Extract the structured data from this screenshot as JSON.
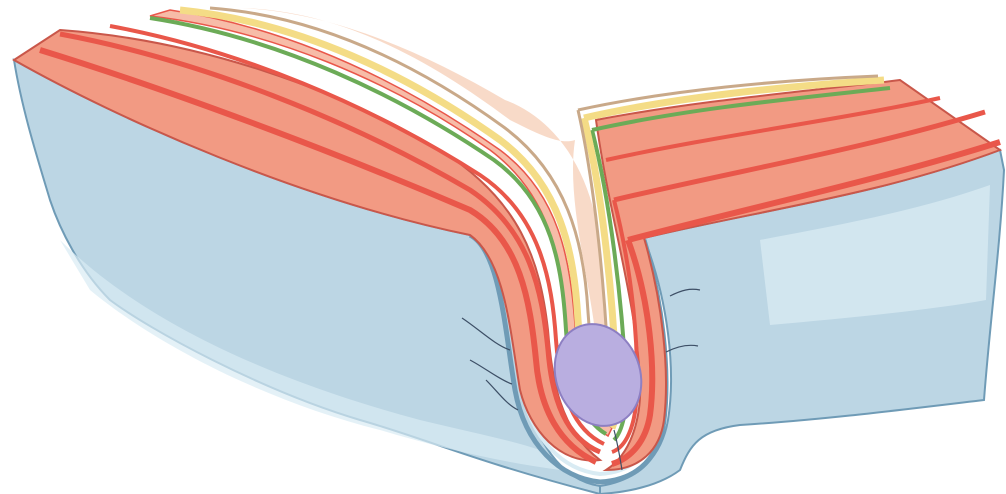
{
  "diagram": {
    "title": "",
    "labels": [],
    "colors": {
      "background": "#ffffff",
      "outer_layer_fill": "#bcd6e4",
      "outer_layer_light": "#d9ebf3",
      "outer_layer_edge": "#6f9bb6",
      "salmon_layer": "#f29a83",
      "red_layer": "#e9574a",
      "pink_layer": "#f7bca8",
      "green_layer": "#6cab57",
      "yellow_layer": "#f4dc86",
      "tan_layer": "#c9a989",
      "pale_core": "#f8dac8",
      "inner_body": "#b9aee0",
      "inner_body_edge": "#8d7fc2",
      "fiber_lines": "#3d4f66"
    },
    "components": [
      "outer-tissue-block",
      "folded-layer-stack",
      "invagination-pocket",
      "inner-oval-body",
      "fiber-strands"
    ]
  }
}
